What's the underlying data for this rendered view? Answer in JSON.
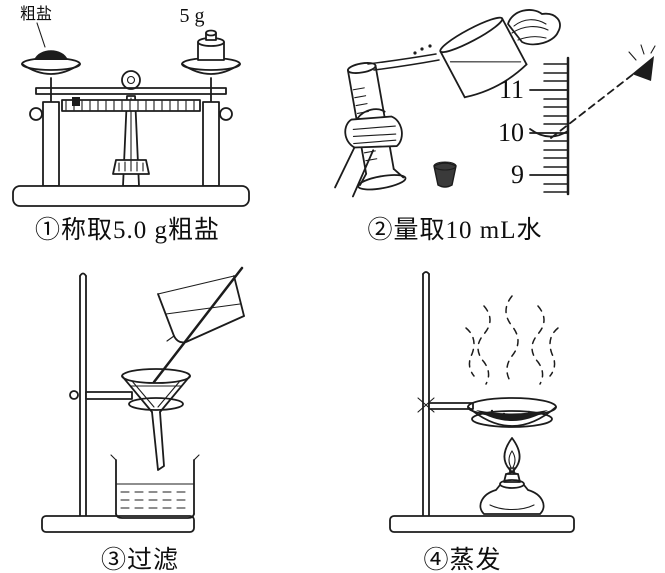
{
  "colors": {
    "ink": "#1c1c1c",
    "background": "#ffffff"
  },
  "panels": {
    "weighing": {
      "caption": "①称取5.0 g粗盐",
      "salt_label": "粗盐",
      "weight_label": "5 g"
    },
    "measuring": {
      "caption": "②量取10 mL水",
      "ticks": [
        "11",
        "10",
        "9"
      ]
    },
    "filtering": {
      "caption": "③过滤"
    },
    "evaporating": {
      "caption": "④蒸发"
    }
  }
}
